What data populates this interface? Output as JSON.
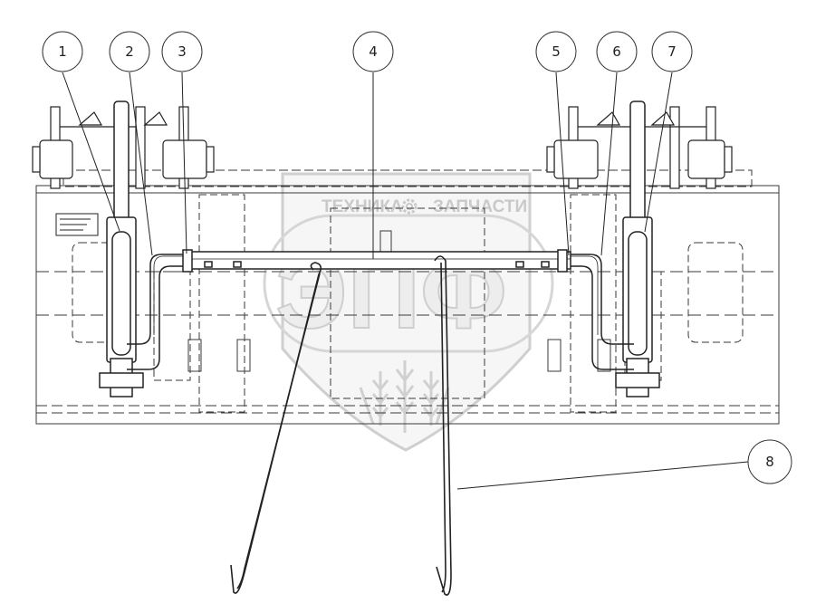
{
  "callouts": [
    {
      "id": "1",
      "label": "1"
    },
    {
      "id": "2",
      "label": "2"
    },
    {
      "id": "3",
      "label": "3"
    },
    {
      "id": "4",
      "label": "4"
    },
    {
      "id": "5",
      "label": "5"
    },
    {
      "id": "6",
      "label": "6"
    },
    {
      "id": "7",
      "label": "7"
    },
    {
      "id": "8",
      "label": "8"
    }
  ],
  "watermark": {
    "left_text": "ТЕХНИКА",
    "right_text": "ЗАПЧАСТИ",
    "logo_text": "ЭПФ"
  },
  "colors": {
    "line": "#222222",
    "watermark": "#c9c9c9"
  }
}
